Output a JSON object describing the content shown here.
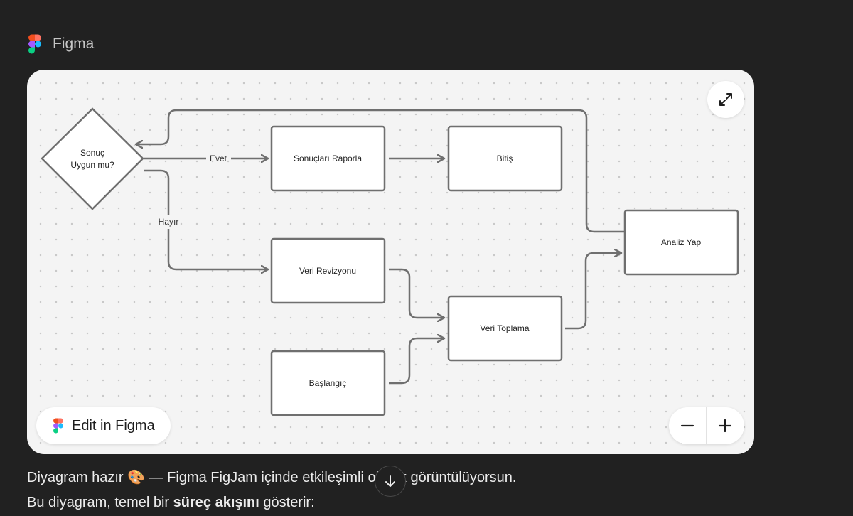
{
  "header": {
    "title": "Figma",
    "logo_icon": "figma-logo-icon"
  },
  "diagram": {
    "nodes": {
      "decision": [
        "Sonuç",
        "Uygun mu?"
      ],
      "report": "Sonuçları Raporla",
      "end": "Bitiş",
      "revision": "Veri Revizyonu",
      "collect": "Veri Toplama",
      "start": "Başlangıç",
      "analyze": "Analiz Yap"
    },
    "edges": {
      "yes": "Evet",
      "no": "Hayır"
    }
  },
  "controls": {
    "expand_icon": "expand-icon",
    "edit_label": "Edit in Figma",
    "zoom_out_icon": "minus-icon",
    "zoom_in_icon": "plus-icon"
  },
  "message": {
    "line1": "Diyagram hazır 🎨 — Figma FigJam içinde etkileşimli olarak görüntülüyorsun.",
    "line2_pre": "Bu diyagram, temel bir ",
    "line2_bold": "süreç akışını",
    "line2_post": " gösterir:",
    "scroll_icon": "arrow-down-icon"
  },
  "colors": {
    "page_bg": "#212121",
    "card_bg": "#f4f4f4",
    "stroke": "#6f6f6f",
    "figma_red": "#f24e1e",
    "figma_orange": "#ff7262",
    "figma_purple": "#a259ff",
    "figma_blue": "#1abcfe",
    "figma_green": "#0acf83"
  }
}
